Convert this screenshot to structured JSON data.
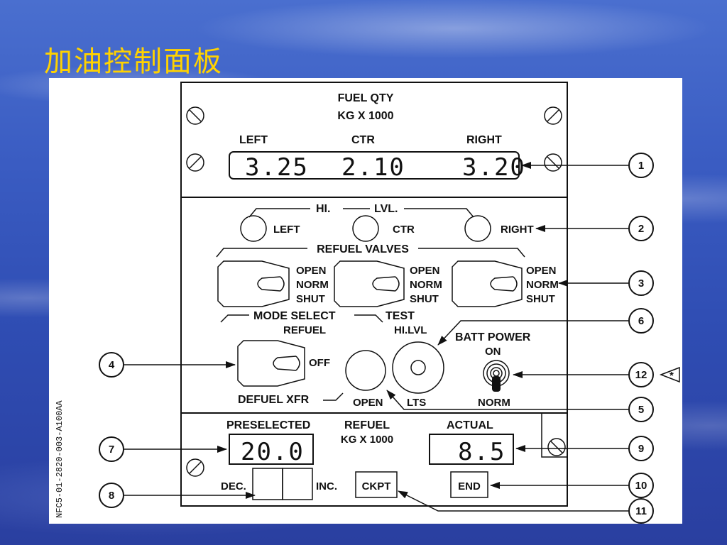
{
  "slide": {
    "title": "加油控制面板"
  },
  "panel": {
    "fuel_qty": {
      "title": "FUEL QTY",
      "units": "KG X 1000",
      "left_label": "LEFT",
      "ctr_label": "CTR",
      "right_label": "RIGHT",
      "left_value": "3.25",
      "ctr_value": "2.10",
      "right_value": "3.20"
    },
    "hi_lvl": {
      "hi": "HI.",
      "lvl": "LVL.",
      "left": "LEFT",
      "ctr": "CTR",
      "right": "RIGHT"
    },
    "refuel_valves": {
      "title": "REFUEL VALVES",
      "open": "OPEN",
      "norm": "NORM",
      "shut": "SHUT"
    },
    "mode_select": {
      "title": "MODE SELECT",
      "refuel": "REFUEL",
      "off": "OFF",
      "defuel_xfr": "DEFUEL XFR"
    },
    "open_button": "OPEN",
    "test": {
      "title": "TEST",
      "hi_lvl": "HI.LVL",
      "lts": "LTS"
    },
    "batt_power": {
      "title": "BATT POWER",
      "on": "ON",
      "norm": "NORM"
    },
    "preselected": {
      "label": "PRESELECTED",
      "value": "20.0"
    },
    "refuel_units": {
      "line1": "REFUEL",
      "line2": "KG X 1000"
    },
    "actual": {
      "label": "ACTUAL",
      "value": "8.5"
    },
    "dec_label": "DEC.",
    "inc_label": "INC.",
    "ckpt_label": "CKPT",
    "end_label": "END",
    "asterisk": "*"
  },
  "callouts": [
    "1",
    "2",
    "3",
    "4",
    "5",
    "6",
    "7",
    "8",
    "9",
    "10",
    "11",
    "12"
  ],
  "figure_code": "NFC5-01-2820-003-A100AA"
}
